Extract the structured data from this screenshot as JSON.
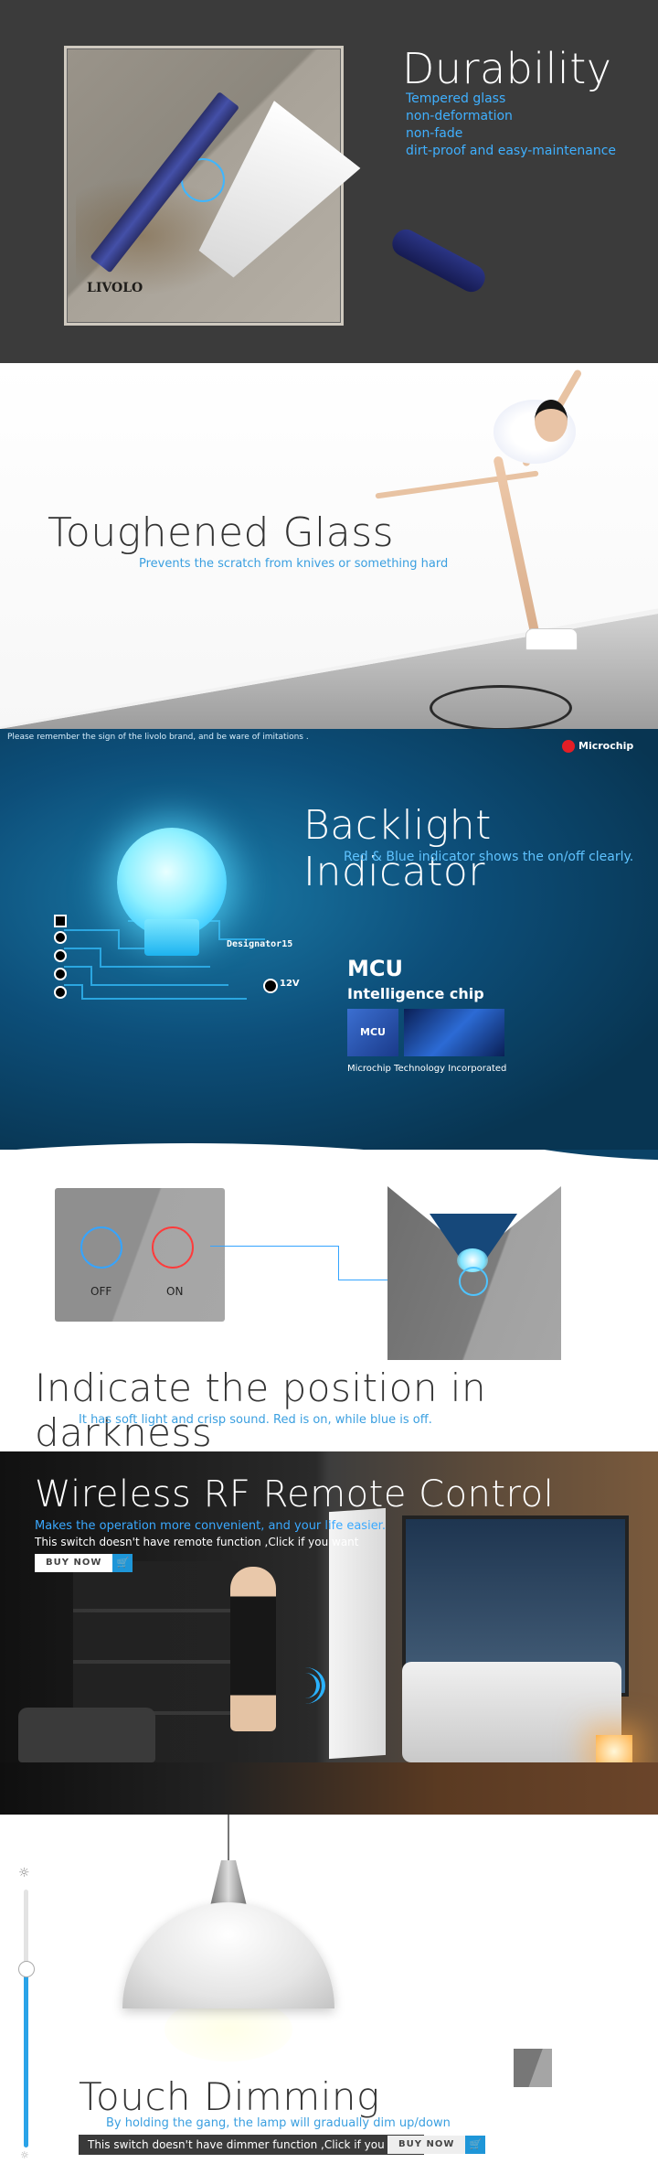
{
  "durability": {
    "title": "Durability",
    "features": [
      "Tempered glass",
      "non-deformation",
      "non-fade",
      "dirt-proof and easy-maintenance"
    ],
    "logo": "LIVOLO"
  },
  "glass": {
    "title": "Toughened Glass",
    "subtitle": "Prevents the scratch from knives or something hard"
  },
  "backlight": {
    "notice": "Please remember the sign of the livolo brand, and be ware of imitations .",
    "brand": "Microchip",
    "title": "Backlight Indicator",
    "subtitle": "Red & Blue   indicator shows the on/off clearly.",
    "designator": "Designator15",
    "voltage": "12V",
    "mcu_title": "MCU",
    "mcu_subtitle": "Intelligence chip",
    "chip_label": "MCU",
    "company": "Microchip Technology Incorporated"
  },
  "position": {
    "off_label": "OFF",
    "on_label": "ON",
    "title": "Indicate the position in darkness",
    "subtitle": "It has soft light and crisp sound.   Red is on, while blue is off."
  },
  "wireless": {
    "title": "Wireless RF Remote Control",
    "subtitle": "Makes the operation more convenient, and your life easier.",
    "note": "This switch doesn't have remote function ,Click if you want",
    "buy_label": "BUY NOW"
  },
  "dimming": {
    "title": "Touch Dimming",
    "subtitle": "By holding the gang, the lamp will gradually        dim up/down",
    "note": "This switch doesn't have dimmer function ,Click if you want",
    "buy_label": "BUY NOW",
    "slider_level": 0.72
  },
  "icons": [
    "sun-icon",
    "cart-icon",
    "microchip-logo-icon"
  ],
  "colors": {
    "accent_blue": "#3aa9ff",
    "on_red": "#ff3b3b",
    "cart_blue": "#1e96d8"
  }
}
